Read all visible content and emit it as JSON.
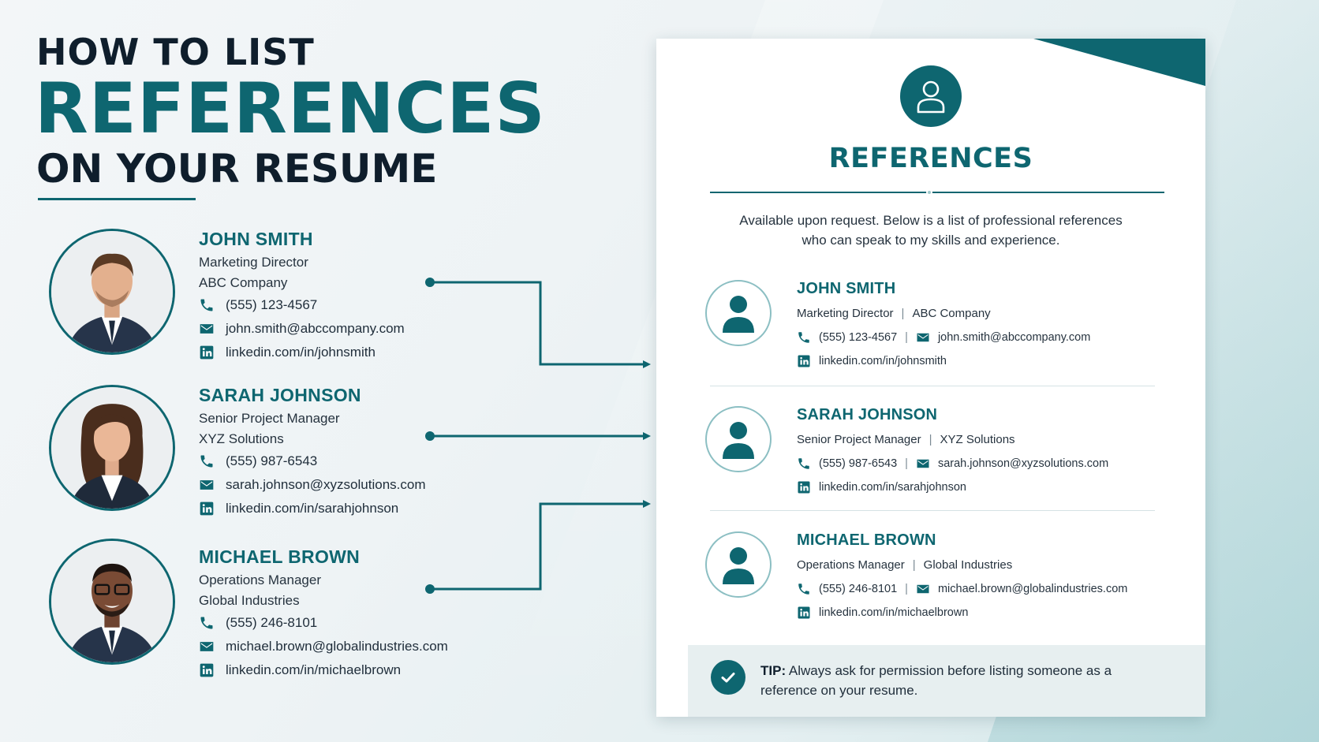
{
  "header": {
    "line1": "HOW TO LIST",
    "line2": "REFERENCES",
    "line3": "ON YOUR RESUME"
  },
  "people": [
    {
      "name": "JOHN SMITH",
      "title": "Marketing Director",
      "company": "ABC Company",
      "phone": "(555) 123-4567",
      "email": "john.smith@abccompany.com",
      "linkedin": "linkedin.com/in/johnsmith"
    },
    {
      "name": "SARAH JOHNSON",
      "title": "Senior Project Manager",
      "company": "XYZ Solutions",
      "phone": "(555) 987-6543",
      "email": "sarah.johnson@xyzsolutions.com",
      "linkedin": "linkedin.com/in/sarahjohnson"
    },
    {
      "name": "MICHAEL BROWN",
      "title": "Operations Manager",
      "company": "Global Industries",
      "phone": "(555) 246-8101",
      "email": "michael.brown@globalindustries.com",
      "linkedin": "linkedin.com/in/michaelbrown"
    }
  ],
  "card": {
    "title": "REFERENCES",
    "intro": "Available upon request. Below is a list of professional references who can speak to my skills and experience.",
    "separator": "|",
    "tip_label": "TIP:",
    "tip_text": " Always ask for permission before listing someone as a reference on your resume."
  },
  "icons": {
    "phone": "phone-icon",
    "email": "email-icon",
    "linkedin": "linkedin-icon",
    "user": "user-icon",
    "check": "check-icon"
  },
  "colors": {
    "accent": "#0e6670",
    "dark": "#0f1e2c",
    "tip_bg": "#e7eff0"
  }
}
